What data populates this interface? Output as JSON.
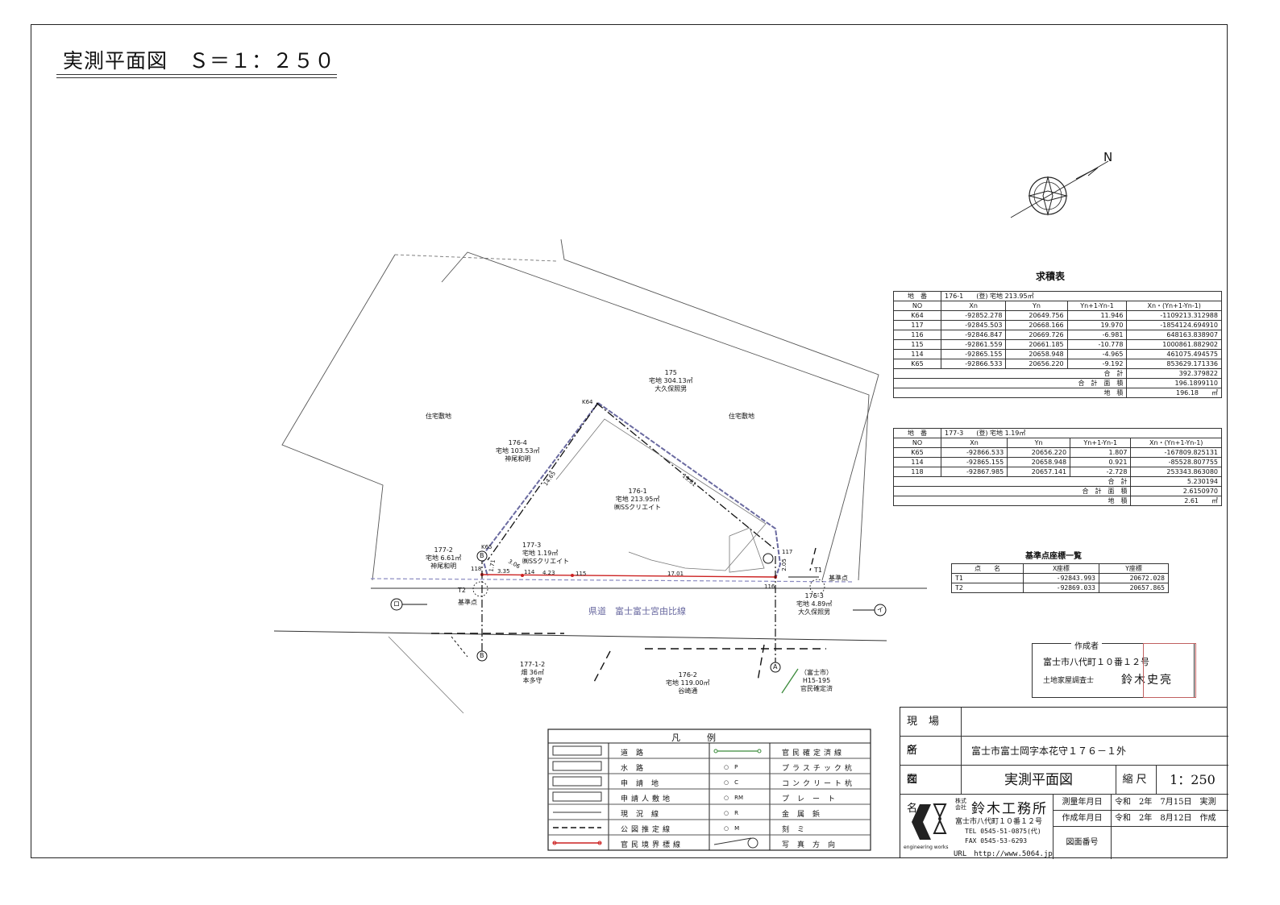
{
  "title": "実測平面図　Ｓ＝１：２５０",
  "parcels": {
    "p175": [
      "175",
      "宅地 304.13㎡",
      "大久保照男"
    ],
    "p176_4": [
      "176-4",
      "宅地 103.53㎡",
      "神尾和明"
    ],
    "p176_1": [
      "176-1",
      "宅地 213.95㎡",
      "㈱SSクリエイト"
    ],
    "p177_2": [
      "177-2",
      "宅地 6.61㎡",
      "神尾和明"
    ],
    "p177_3": [
      "177-3",
      "宅地 1.19㎡",
      "㈱SSクリエイト"
    ],
    "p176_3": [
      "176-3",
      "宅地 4.89㎡",
      "大久保照男"
    ],
    "p177_1_2": [
      "177-1-2",
      "畑 36㎡",
      "本多守"
    ],
    "p176_2": [
      "176-2",
      "宅地 119.00㎡",
      "谷崎通"
    ],
    "city": [
      "（富士市）",
      "H15-195",
      "官民確定済"
    ],
    "residential_left": "住宅敷地",
    "residential_right": "住宅敷地"
  },
  "points": {
    "K64": "K64",
    "K65": "K65",
    "p114": "114",
    "p115": "115",
    "p116": "116",
    "p117": "117",
    "p118": "118",
    "T1": "T1",
    "T2": "T2",
    "kijun": "基準点"
  },
  "dimensions": {
    "d1": "3.35",
    "d2": "4.23",
    "d3": "17.01",
    "d4": "14.65",
    "d5": "19.81",
    "d6": "2.05",
    "d7": "1.71",
    "d8": "3.06"
  },
  "road_name": "県道　富士富士宮由比線",
  "markers": {
    "A": "A",
    "B": "B",
    "I": "イ",
    "RO": "ロ",
    "north": "N"
  },
  "calc_title": "求積表",
  "calc1": {
    "header": [
      "地　番",
      "176-1　　(登) 宅地 213.95㎡"
    ],
    "cols": [
      "NO",
      "Xn",
      "Yn",
      "Yn+1-Yn-1",
      "Xn・(Yn+1-Yn-1)"
    ],
    "rows": [
      [
        "K64",
        "-92852.278",
        "20649.756",
        "11.946",
        "-1109213.312988"
      ],
      [
        "117",
        "-92845.503",
        "20668.166",
        "19.970",
        "-1854124.694910"
      ],
      [
        "116",
        "-92846.847",
        "20669.726",
        "-6.981",
        "648163.838907"
      ],
      [
        "115",
        "-92861.559",
        "20661.185",
        "-10.778",
        "1000861.882902"
      ],
      [
        "114",
        "-92865.155",
        "20658.948",
        "-4.965",
        "461075.494575"
      ],
      [
        "K65",
        "-92866.533",
        "20656.220",
        "-9.192",
        "853629.171336"
      ]
    ],
    "totals": [
      [
        "合　計",
        "392.379822"
      ],
      [
        "合　計　面　積",
        "196.1899110"
      ],
      [
        "地　積",
        "196.18　　㎡"
      ]
    ]
  },
  "calc2": {
    "header": [
      "地　番",
      "177-3　　(登) 宅地 1.19㎡"
    ],
    "cols": [
      "NO",
      "Xn",
      "Yn",
      "Yn+1-Yn-1",
      "Xn・(Yn+1-Yn-1)"
    ],
    "rows": [
      [
        "K65",
        "-92866.533",
        "20656.220",
        "1.807",
        "-167809.825131"
      ],
      [
        "114",
        "-92865.155",
        "20658.948",
        "0.921",
        "-85528.807755"
      ],
      [
        "118",
        "-92867.985",
        "20657.141",
        "-2.728",
        "253343.863080"
      ]
    ],
    "totals": [
      [
        "合　計",
        "5.230194"
      ],
      [
        "合　計　面　積",
        "2.6150970"
      ],
      [
        "地　積",
        "2.61　　㎡"
      ]
    ]
  },
  "kijun_title": "基準点座標一覧",
  "kijun": {
    "cols": [
      "点　　名",
      "X座標",
      "Y座標"
    ],
    "rows": [
      [
        "T1",
        "-92843.993",
        "20672.028"
      ],
      [
        "T2",
        "-92869.033",
        "20657.865"
      ]
    ]
  },
  "author": {
    "head": "作成者",
    "address": "富士市八代町１０番１２号",
    "role": "土地家屋調査士",
    "name": "鈴木史亮"
  },
  "titleblock": {
    "site_label": "現場名",
    "loc_label": "所　在",
    "loc_value": "富士市富士岡字本花守１７６－１外",
    "fig_label": "図　名",
    "fig_value": "実測平面図",
    "scale_label": "縮尺",
    "scale_value": "1：250",
    "company_prefix": "株式会社",
    "company": "鈴木工務所",
    "company_addr": "富士市八代町１０番１２号",
    "tel": "TEL 0545-51-0875(代)",
    "fax": "FAX 0545-53-6293",
    "url": "URL　http://www.5064.jp",
    "survey_label": "測量年月日",
    "survey_value": "令和　2年　7月15日　実測",
    "created_label": "作成年月日",
    "created_value": "令和　2年　8月12日　作成",
    "number_label": "図面番号",
    "logo_caption": "engineering works"
  },
  "legend": {
    "title": "凡　　　例",
    "left": [
      "道路",
      "水路",
      "申請地",
      "申請人敷地",
      "現況線",
      "公図推定線",
      "官民境界標線"
    ],
    "sym": [
      "",
      "○　P",
      "○　C",
      "○　RM",
      "○　R",
      "○　M",
      ""
    ],
    "right": [
      "官民確定済線",
      "プラスチック杭",
      "コンクリート杭",
      "プレート",
      "金属鋲",
      "刻ミ",
      "写真方向"
    ]
  },
  "colors": {
    "boundary_red": "#cc2222",
    "road_blue": "#8a8ac0",
    "city_green": "#3a8a3a"
  }
}
